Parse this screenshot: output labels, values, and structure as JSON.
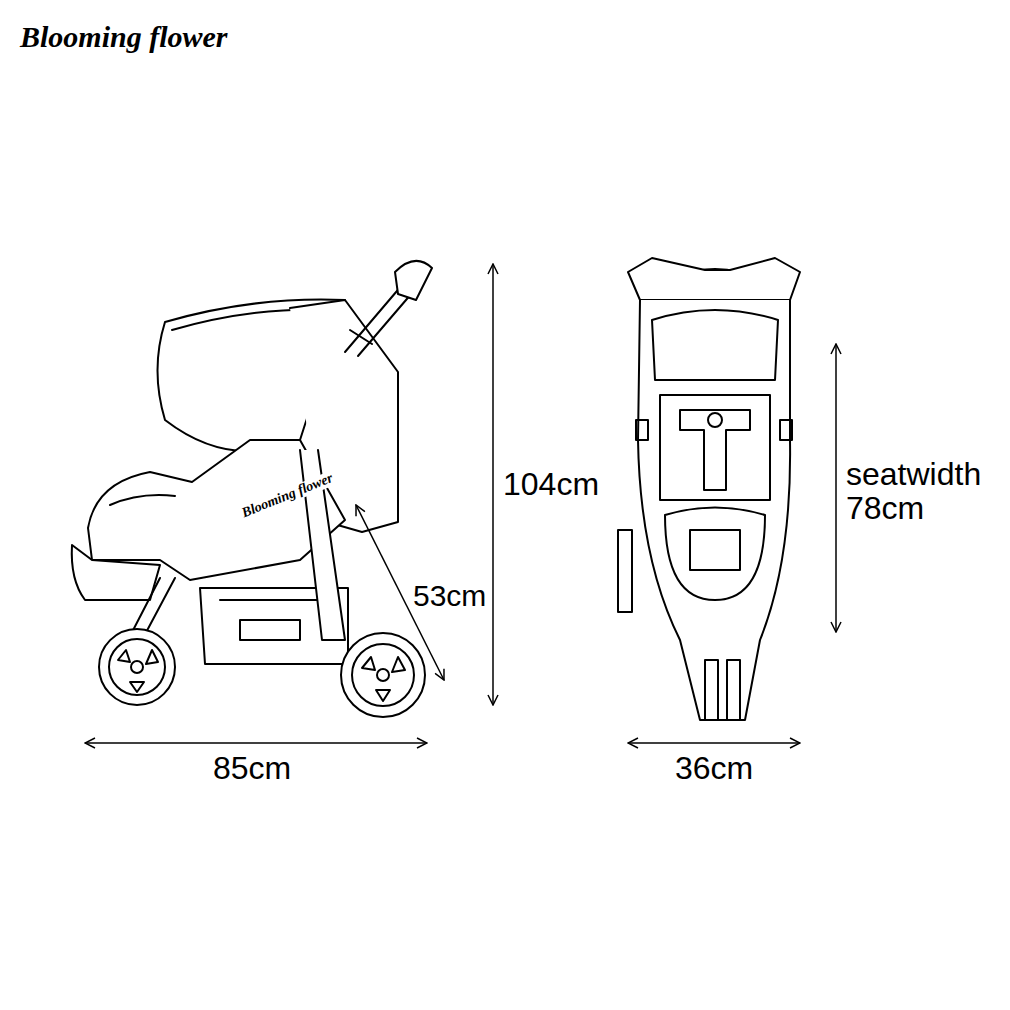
{
  "diagram": {
    "title": "Blooming flower",
    "labels": [
      "104cm",
      "53cm",
      "85cm",
      "36cm",
      "seatwidth 78cm",
      "Blooming flower"
    ]
  }
}
